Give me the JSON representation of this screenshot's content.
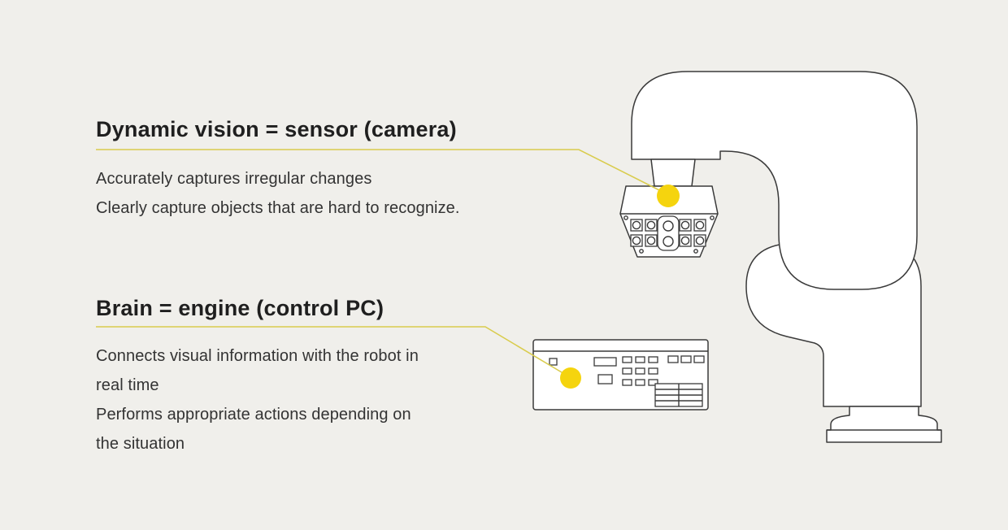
{
  "page": {
    "background": "#f0efeb"
  },
  "colors": {
    "accent_dot_yellow": "#f5d40e",
    "callout_line_yellow": "#d9cc4d",
    "heading_ink": "#1f1f1f",
    "body_ink": "#333333",
    "illustration_stroke": "#3a3a3a"
  },
  "sections": [
    {
      "heading": "Dynamic vision = sensor (camera)",
      "lines": [
        "Accurately captures irregular changes",
        "Clearly capture objects that are hard to recognize."
      ]
    },
    {
      "heading": "Brain = engine (control PC)",
      "lines": [
        "Connects visual information with the robot in",
        "real time",
        "Performs appropriate actions depending on",
        "the situation"
      ]
    }
  ],
  "illustrations": {
    "robot_arm": "robot-arm-line-art",
    "camera_head": "vision-sensor-camera",
    "control_pc": "control-pc-box",
    "callout_targets": [
      "camera",
      "control-pc"
    ]
  }
}
